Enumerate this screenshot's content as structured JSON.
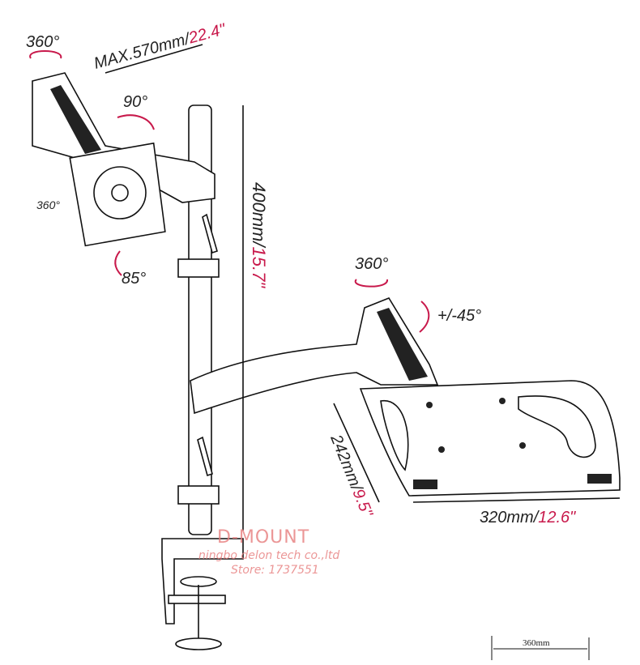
{
  "labels": {
    "rot_top_left": "360°",
    "arm_reach_metric": "MAX.570mm/",
    "arm_reach_imperial": "22.4\"",
    "tilt_top": "90°",
    "rot_vesa": "360°",
    "tilt_bottom": "85°",
    "pole_height_metric": "400mm/",
    "pole_height_imperial": "15.7\"",
    "rot_tray": "360°",
    "swivel_tray": "+/-45°",
    "tray_depth_metric": "242mm/",
    "tray_depth_imperial": "9.5\"",
    "tray_width_metric": "320mm/",
    "tray_width_imperial": "12.6\"",
    "scale_bar": "360mm"
  },
  "watermark": {
    "brand": "D-MOUNT",
    "company": "ningbo delon tech co.,ltd",
    "store": "Store: 1737551"
  },
  "colors": {
    "accent": "#c8194b",
    "watermark": "#e77c7c"
  }
}
